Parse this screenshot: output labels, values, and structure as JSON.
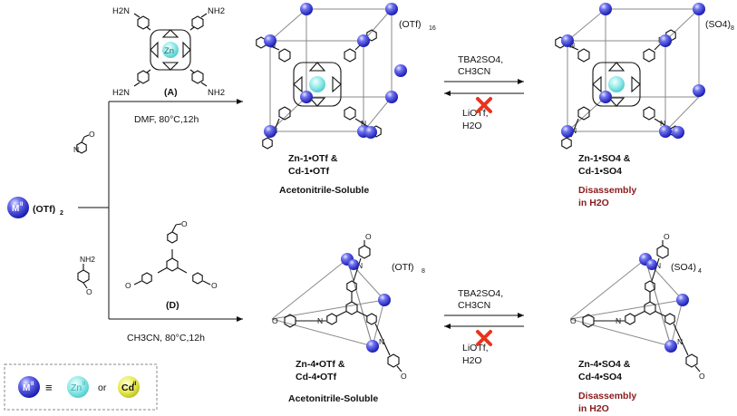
{
  "metal_salt": {
    "metal": "M",
    "oxidation": "II",
    "counterion": "(OTf)",
    "counterion_sub": "2"
  },
  "reagents": {
    "aldehyde_label": "",
    "amine_label": "NH2"
  },
  "top_route": {
    "porphyrin_label": "(A)",
    "porphyrin_metal": "Zn",
    "amine_groups": [
      "H2N",
      "NH2",
      "H2N",
      "NH2"
    ],
    "conditions": "DMF, 80°C,12h",
    "cage_counterion": "(OTf)",
    "cage_counterion_sub": "16",
    "cage_name_1": "Zn-1•OTf &",
    "cage_name_2": "Cd-1•OTf",
    "solubility": "Acetonitrile-Soluble",
    "forward_reagent_1": "TBA2SO4,",
    "forward_reagent_2": "CH3CN",
    "reverse_reagent_1": "LiOTf,",
    "reverse_reagent_2": "H2O",
    "product_counterion": "(SO4)",
    "product_counterion_sub": "8",
    "product_name_1": "Zn-1•SO4 &",
    "product_name_2": "Cd-1•SO4",
    "disassembly_1": "Disassembly",
    "disassembly_2": "in H2O"
  },
  "bottom_route": {
    "trialdehyde_label": "(D)",
    "conditions": "CH3CN, 80°C,12h",
    "cage_counterion": "(OTf)",
    "cage_counterion_sub": "8",
    "cage_name_1": "Zn-4•OTf &",
    "cage_name_2": "Cd-4•OTf",
    "solubility": "Acetonitrile-Soluble",
    "forward_reagent_1": "TBA2SO4,",
    "forward_reagent_2": "CH3CN",
    "reverse_reagent_1": "LiOTf,",
    "reverse_reagent_2": "H2O",
    "product_counterion": "(SO4)",
    "product_counterion_sub": "4",
    "product_name_1": "Zn-4•SO4 &",
    "product_name_2": "Cd-4•SO4",
    "disassembly_1": "Disassembly",
    "disassembly_2": "in H2O"
  },
  "legend": {
    "metal": "M",
    "oxidation": "II",
    "equiv": "≡",
    "zn": "Zn",
    "or": "or",
    "cd": "Cd"
  },
  "colors": {
    "sphere_blue": "#3b3fd8",
    "zn_cyan": "#7fe3e3",
    "cd_yellow": "#e8e84a",
    "red_cross": "#e8341c",
    "disassembly_red": "#8b1a1a"
  }
}
